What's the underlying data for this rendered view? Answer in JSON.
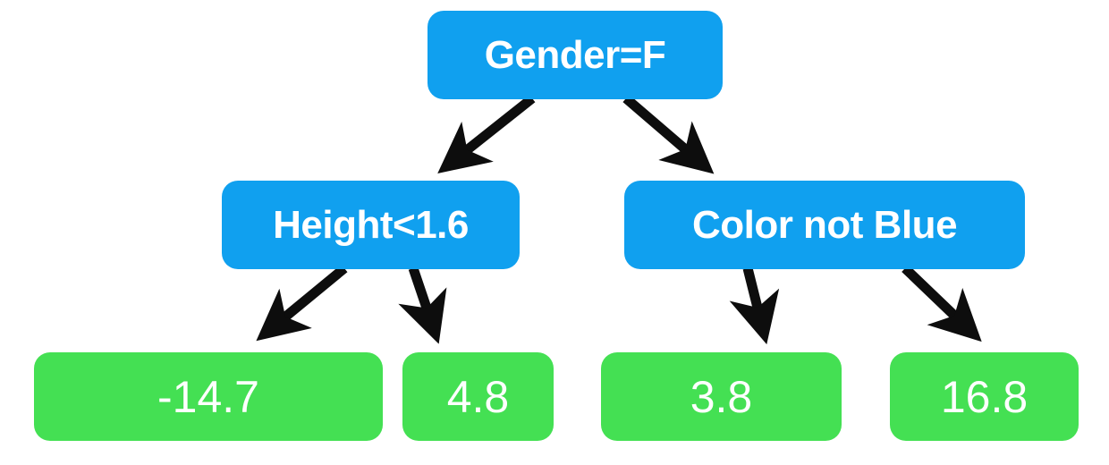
{
  "diagram": {
    "type": "decision-tree",
    "background_color": "#ffffff",
    "decision_node_color": "#10a0ef",
    "leaf_node_color": "#44e053",
    "node_text_color": "#ffffff",
    "edge_color": "#000000",
    "nodes": {
      "root": {
        "label": "Gender=F",
        "kind": "decision"
      },
      "left_child": {
        "label": "Height<1.6",
        "kind": "decision"
      },
      "right_child": {
        "label": "Color not Blue",
        "kind": "decision"
      },
      "leaf_1": {
        "label": "-14.7",
        "kind": "leaf"
      },
      "leaf_2": {
        "label": "4.8",
        "kind": "leaf"
      },
      "leaf_3": {
        "label": "3.8",
        "kind": "leaf"
      },
      "leaf_4": {
        "label": "16.8",
        "kind": "leaf"
      }
    },
    "edges": [
      {
        "from": "root",
        "to": "left_child"
      },
      {
        "from": "root",
        "to": "right_child"
      },
      {
        "from": "left_child",
        "to": "leaf_1"
      },
      {
        "from": "left_child",
        "to": "leaf_2"
      },
      {
        "from": "right_child",
        "to": "leaf_3"
      },
      {
        "from": "right_child",
        "to": "leaf_4"
      }
    ]
  }
}
